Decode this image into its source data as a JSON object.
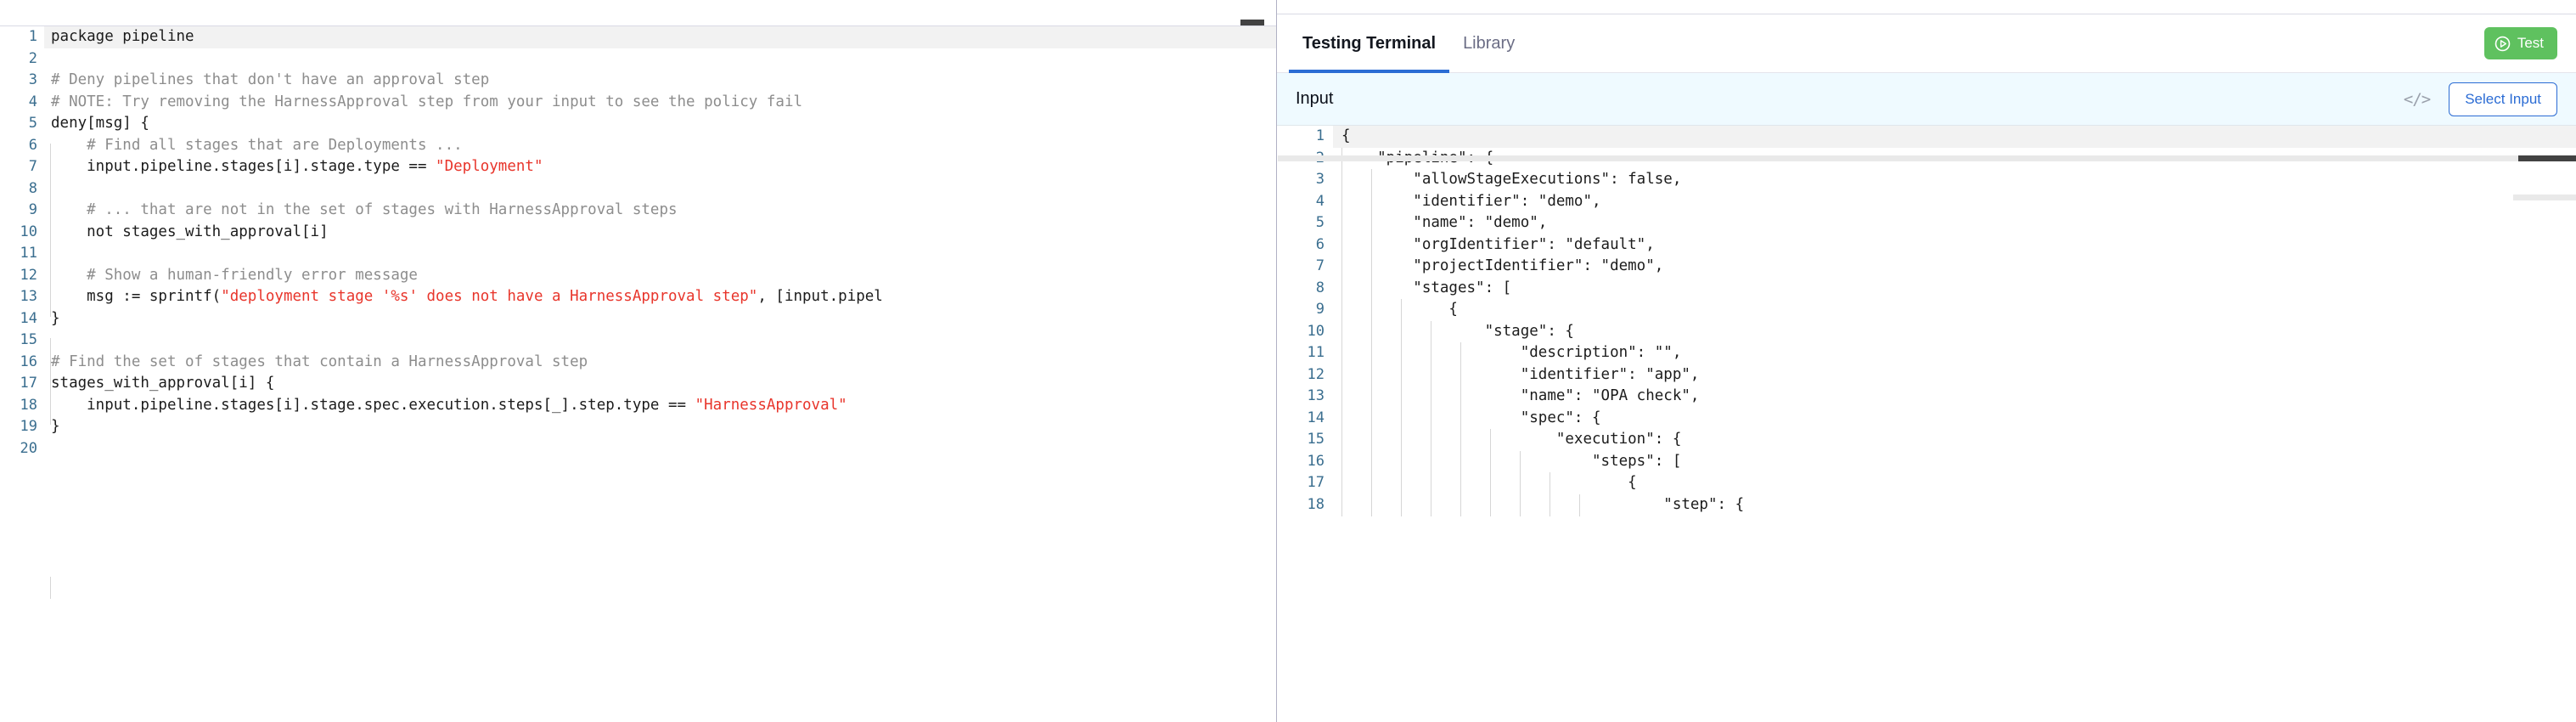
{
  "policy_editor": {
    "language": "rego",
    "total_lines": 20,
    "active_line": 1,
    "lines": [
      {
        "n": 1,
        "tokens": [
          {
            "t": "package pipeline",
            "c": "k"
          }
        ]
      },
      {
        "n": 2,
        "tokens": []
      },
      {
        "n": 3,
        "tokens": [
          {
            "t": "# Deny pipelines that don't have an approval step",
            "c": "cm"
          }
        ]
      },
      {
        "n": 4,
        "tokens": [
          {
            "t": "# NOTE: Try removing the HarnessApproval step from your input to see the policy fail",
            "c": "cm"
          }
        ]
      },
      {
        "n": 5,
        "tokens": [
          {
            "t": "deny[msg] {",
            "c": "k"
          }
        ]
      },
      {
        "n": 6,
        "tokens": [
          {
            "t": "    # Find all stages that are Deployments ...",
            "c": "cm"
          }
        ]
      },
      {
        "n": 7,
        "tokens": [
          {
            "t": "    input.pipeline.stages[i].stage.type == ",
            "c": "k"
          },
          {
            "t": "\"Deployment\"",
            "c": "str"
          }
        ]
      },
      {
        "n": 8,
        "tokens": []
      },
      {
        "n": 9,
        "tokens": [
          {
            "t": "    # ... that are not in the set of stages with HarnessApproval steps",
            "c": "cm"
          }
        ]
      },
      {
        "n": 10,
        "tokens": [
          {
            "t": "    not stages_with_approval[i]",
            "c": "k"
          }
        ]
      },
      {
        "n": 11,
        "tokens": []
      },
      {
        "n": 12,
        "tokens": [
          {
            "t": "    # Show a human-friendly error message",
            "c": "cm"
          }
        ]
      },
      {
        "n": 13,
        "tokens": [
          {
            "t": "    msg := sprintf(",
            "c": "k"
          },
          {
            "t": "\"deployment stage '%s' does not have a HarnessApproval step\"",
            "c": "str"
          },
          {
            "t": ", [input.pipel",
            "c": "k"
          }
        ]
      },
      {
        "n": 14,
        "tokens": [
          {
            "t": "}",
            "c": "k"
          }
        ]
      },
      {
        "n": 15,
        "tokens": []
      },
      {
        "n": 16,
        "tokens": [
          {
            "t": "# Find the set of stages that contain a HarnessApproval step",
            "c": "cm"
          }
        ]
      },
      {
        "n": 17,
        "tokens": [
          {
            "t": "stages_with_approval[i] {",
            "c": "k"
          }
        ]
      },
      {
        "n": 18,
        "tokens": [
          {
            "t": "    input.pipeline.stages[i].stage.spec.execution.steps[_].step.type == ",
            "c": "k"
          },
          {
            "t": "\"HarnessApproval\"",
            "c": "str"
          }
        ]
      },
      {
        "n": 19,
        "tokens": [
          {
            "t": "}",
            "c": "k"
          }
        ]
      },
      {
        "n": 20,
        "tokens": []
      }
    ]
  },
  "right_panel": {
    "tabs": [
      {
        "id": "testing-terminal",
        "label": "Testing Terminal",
        "active": true
      },
      {
        "id": "library",
        "label": "Library",
        "active": false
      }
    ],
    "test_button": {
      "label": "Test",
      "icon": "play-circle-icon",
      "color": "#5fc15f"
    },
    "input_section": {
      "title": "Input",
      "code_view_icon": "</>",
      "select_input_label": "Select Input",
      "accent_color": "#2b6cd4",
      "background": "#effaff"
    },
    "json_editor": {
      "language": "json",
      "active_line": 1,
      "visible_lines": 18,
      "lines": [
        {
          "n": 1,
          "text": "{",
          "indent": 0
        },
        {
          "n": 2,
          "text": "    \"pipeline\": {",
          "indent": 1
        },
        {
          "n": 3,
          "text": "        \"allowStageExecutions\": false,",
          "indent": 2
        },
        {
          "n": 4,
          "text": "        \"identifier\": \"demo\",",
          "indent": 2
        },
        {
          "n": 5,
          "text": "        \"name\": \"demo\",",
          "indent": 2
        },
        {
          "n": 6,
          "text": "        \"orgIdentifier\": \"default\",",
          "indent": 2
        },
        {
          "n": 7,
          "text": "        \"projectIdentifier\": \"demo\",",
          "indent": 2
        },
        {
          "n": 8,
          "text": "        \"stages\": [",
          "indent": 2
        },
        {
          "n": 9,
          "text": "            {",
          "indent": 3
        },
        {
          "n": 10,
          "text": "                \"stage\": {",
          "indent": 4
        },
        {
          "n": 11,
          "text": "                    \"description\": \"\",",
          "indent": 5
        },
        {
          "n": 12,
          "text": "                    \"identifier\": \"app\",",
          "indent": 5
        },
        {
          "n": 13,
          "text": "                    \"name\": \"OPA check\",",
          "indent": 5
        },
        {
          "n": 14,
          "text": "                    \"spec\": {",
          "indent": 5
        },
        {
          "n": 15,
          "text": "                        \"execution\": {",
          "indent": 6
        },
        {
          "n": 16,
          "text": "                            \"steps\": [",
          "indent": 7
        },
        {
          "n": 17,
          "text": "                                {",
          "indent": 8
        },
        {
          "n": 18,
          "text": "                                    \"step\": {",
          "indent": 9
        }
      ]
    }
  }
}
